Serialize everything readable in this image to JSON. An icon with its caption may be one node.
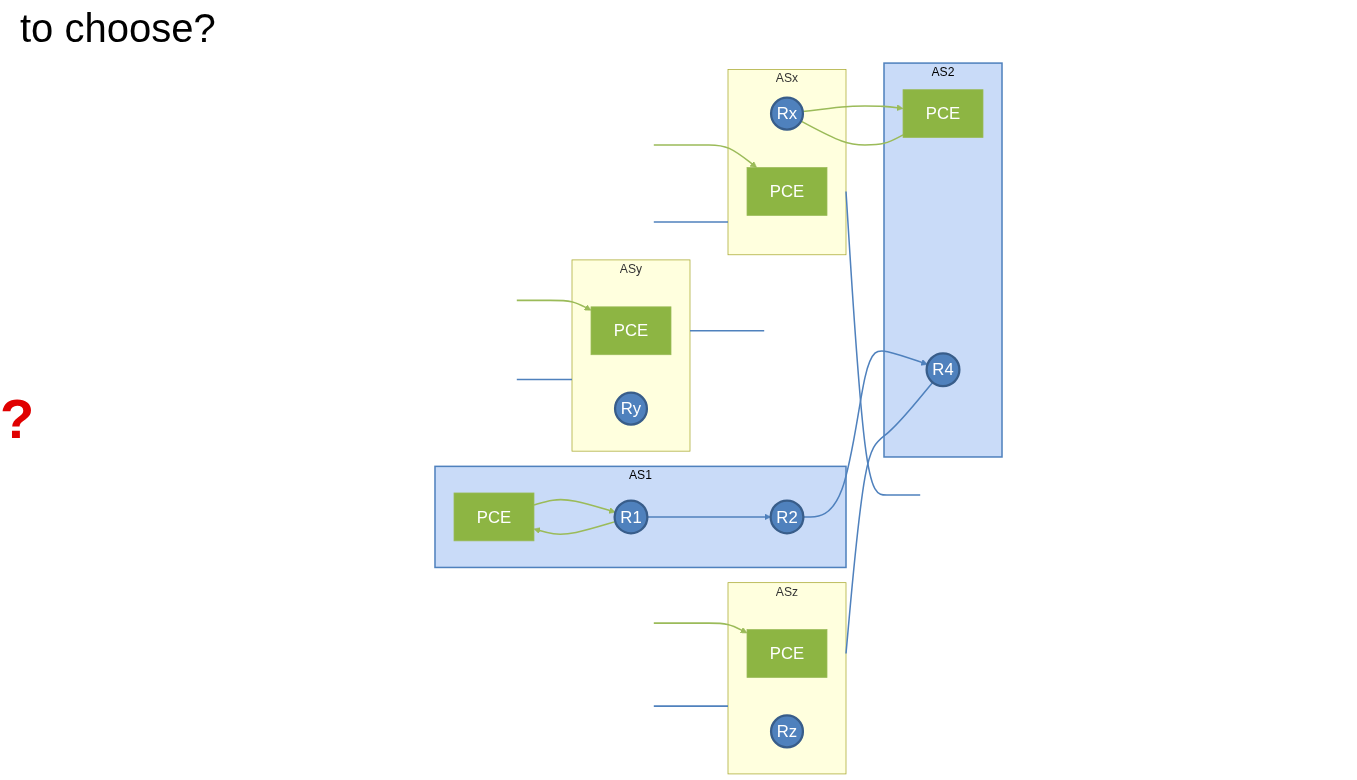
{
  "diagram": {
    "title": "to choose?",
    "nodes": [
      {
        "text": [
          "AS1"
        ]
      },
      {
        "text": [
          "PCE"
        ],
        "in": 0
      },
      {
        "text": [
          "R1"
        ],
        "in": 0
      },
      {
        "text": [
          "R2"
        ],
        "in": 0
      },
      {
        "text": [
          "ASx"
        ]
      },
      {
        "text": [
          "PCE"
        ],
        "in": 4
      },
      {
        "text": [
          "Rx"
        ],
        "in": 4
      },
      {
        "text": [
          "AS2"
        ]
      },
      {
        "text": [
          "PCE"
        ],
        "in": 7
      },
      {
        "text": [
          "R4"
        ],
        "in": 7
      },
      {
        "text": [
          "ASy"
        ]
      },
      {
        "text": [
          "PCE"
        ],
        "in": 10
      },
      {
        "text": [
          "Ry"
        ],
        "in": 10
      },
      {
        "text": [
          "ASz"
        ]
      },
      {
        "text": [
          "PCE"
        ],
        "in": 13
      },
      {
        "text": [
          "Rz"
        ],
        "in": 13
      }
    ],
    "edges": [
      {
        "from": 2,
        "to": 1,
        "arrow": "to",
        "color": "#9bbb59"
      },
      {
        "from": 1,
        "to": 2,
        "arrow": "to",
        "color": "#9bbb59"
      },
      {
        "from": 2,
        "to": 3,
        "arrow": "to"
      },
      {
        "from": 3,
        "to": 9,
        "arrow": "to"
      },
      {
        "from": null,
        "to": 5,
        "arrow": "to",
        "color": "#9bbb59"
      },
      {
        "from": null,
        "to": 11,
        "arrow": "to",
        "color": "#9bbb59"
      },
      {
        "from": null,
        "to": 14,
        "arrow": "to",
        "color": "#9bbb59"
      },
      {
        "from": 6,
        "to": 8,
        "arrow": "to",
        "color": "#9bbb59"
      },
      {
        "from": 8,
        "to": 6,
        "arrow": "none",
        "color": "#9bbb59"
      },
      {
        "from": 4,
        "to": null,
        "arrow": "none"
      },
      {
        "from": null,
        "to": 4,
        "arrow": "none"
      },
      {
        "from": 10,
        "to": null,
        "arrow": "none"
      },
      {
        "from": null,
        "to": 10,
        "arrow": "none"
      },
      {
        "from": null,
        "to": 13,
        "arrow": "none"
      },
      {
        "from": 13,
        "to": 9,
        "arrow": "none"
      }
    ],
    "labels": [
      "?"
    ]
  }
}
